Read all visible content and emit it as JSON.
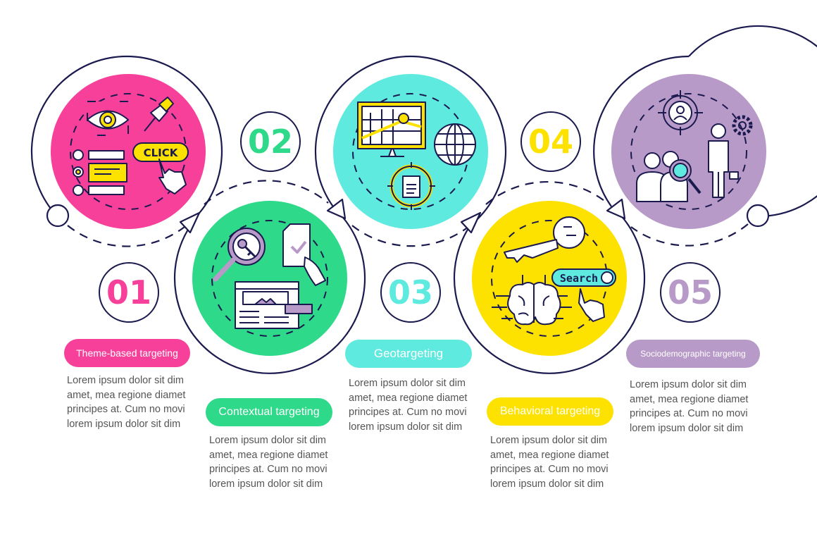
{
  "colors": {
    "pink": "#f7409a",
    "green": "#2fd98a",
    "teal": "#5eeadf",
    "yellow": "#fde200",
    "purple": "#b89ac8",
    "navy": "#1b1a4f"
  },
  "steps": [
    {
      "number": "01",
      "title": "Theme-based targeting",
      "text": "Lorem ipsum dolor sit dim amet, mea regione diamet principes at. Cum no movi lorem ipsum dolor sit dim",
      "icons": [
        "eye-icon",
        "pushpin-icon",
        "radio-list-icon",
        "click-button-icon"
      ],
      "button_label": "CLICK"
    },
    {
      "number": "02",
      "title": "Contextual targeting",
      "text": "Lorem ipsum dolor sit dim amet, mea regione diamet principes at. Cum no movi lorem ipsum dolor sit dim",
      "icons": [
        "magnifier-key-icon",
        "checked-document-icon",
        "webpage-icon"
      ]
    },
    {
      "number": "03",
      "title": "Geotargeting",
      "text": "Lorem ipsum dolor sit dim amet, mea regione diamet principes at. Cum no movi lorem ipsum dolor sit dim",
      "icons": [
        "map-monitor-icon",
        "globe-icon",
        "target-document-icon"
      ]
    },
    {
      "number": "04",
      "title": "Behavioral targeting",
      "text": "Lorem ipsum dolor sit dim amet, mea regione diamet principes at. Cum no movi lorem ipsum dolor sit dim",
      "icons": [
        "key-icon",
        "brain-icon",
        "search-button-icon"
      ],
      "button_label": "Search"
    },
    {
      "number": "05",
      "title": "Sociodemographic targeting",
      "text": "Lorem ipsum dolor sit dim amet, mea regione diamet principes at. Cum no movi lorem ipsum dolor sit dim",
      "icons": [
        "target-user-icon",
        "gear-icon",
        "people-search-icon",
        "person-icon"
      ]
    }
  ]
}
